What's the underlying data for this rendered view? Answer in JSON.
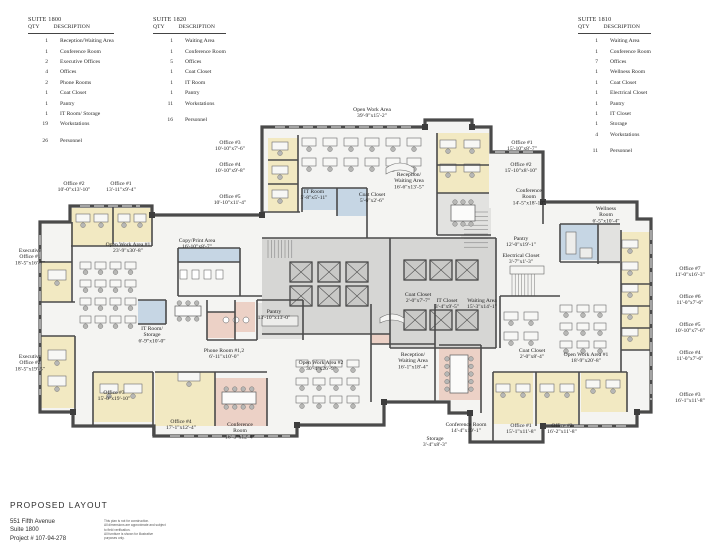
{
  "schedules": [
    {
      "id": "s1800",
      "title": "SUITE 1800",
      "qty_label": "QTY",
      "desc_label": "DESCRIPTION",
      "items": [
        {
          "qty": "1",
          "desc": "Reception/Waiting Area"
        },
        {
          "qty": "1",
          "desc": "Conference Room"
        },
        {
          "qty": "2",
          "desc": "Executive Offices"
        },
        {
          "qty": "4",
          "desc": "Offices"
        },
        {
          "qty": "2",
          "desc": "Phone Rooms"
        },
        {
          "qty": "1",
          "desc": "Coat Closet"
        },
        {
          "qty": "1",
          "desc": "Pantry"
        },
        {
          "qty": "1",
          "desc": "IT Room/ Storage"
        },
        {
          "qty": "19",
          "desc": "Workstations"
        }
      ],
      "total": {
        "qty": "26",
        "desc": "Personnel"
      }
    },
    {
      "id": "s1820",
      "title": "SUITE 1820",
      "qty_label": "QTY",
      "desc_label": "DESCRIPTION",
      "items": [
        {
          "qty": "1",
          "desc": "Waiting Area"
        },
        {
          "qty": "1",
          "desc": "Conference Room"
        },
        {
          "qty": "5",
          "desc": "Offices"
        },
        {
          "qty": "1",
          "desc": "Coat Closet"
        },
        {
          "qty": "1",
          "desc": "IT Room"
        },
        {
          "qty": "1",
          "desc": "Pantry"
        },
        {
          "qty": "11",
          "desc": "Workstations"
        }
      ],
      "total": {
        "qty": "16",
        "desc": "Personnel"
      }
    },
    {
      "id": "s1810",
      "title": "SUITE 1810",
      "qty_label": "QTY",
      "desc_label": "DESCRIPTION",
      "items": [
        {
          "qty": "1",
          "desc": "Waiting Area"
        },
        {
          "qty": "1",
          "desc": "Conference Room"
        },
        {
          "qty": "7",
          "desc": "Offices"
        },
        {
          "qty": "1",
          "desc": "Wellness Room"
        },
        {
          "qty": "1",
          "desc": "Coat Closet"
        },
        {
          "qty": "1",
          "desc": "Electrical Closet"
        },
        {
          "qty": "1",
          "desc": "Pantry"
        },
        {
          "qty": "1",
          "desc": "IT Closet"
        },
        {
          "qty": "1",
          "desc": "Storage"
        },
        {
          "qty": "4",
          "desc": "Workstations"
        }
      ],
      "total": {
        "qty": "11",
        "desc": "Personnel"
      }
    }
  ],
  "rooms": [
    {
      "id": "ow-top",
      "name": "Open Work Area",
      "dim": "39'-9\"x15'-2\""
    },
    {
      "id": "off3-1820",
      "name": "Office #3",
      "dim": "10'-10\"x7'-6\""
    },
    {
      "id": "off4-1820",
      "name": "Office #4",
      "dim": "10'-10\"x9'-8\""
    },
    {
      "id": "off5-1820",
      "name": "Office #5",
      "dim": "10'-10\"x11'-4\""
    },
    {
      "id": "itroom-1820",
      "name": "IT Room",
      "dim": "5'-8\"x5'-11\""
    },
    {
      "id": "coat-1820",
      "name": "Coat Closet",
      "dim": "5'-6\"x2'-6\""
    },
    {
      "id": "reception-top",
      "name": "Reception/ Waiting Area",
      "dim": "16'-6\"x13'-5\""
    },
    {
      "id": "off1-top",
      "name": "Office #1",
      "dim": "15'-10\"x8'-7\""
    },
    {
      "id": "off2-top",
      "name": "Office #2",
      "dim": "15'-10\"x8'-10\""
    },
    {
      "id": "conf-top",
      "name": "Conference Room",
      "dim": "14'-5\"x18'-10\""
    },
    {
      "id": "off2-1800",
      "name": "Office #2",
      "dim": "10'-0\"x13'-10\""
    },
    {
      "id": "off1-1800",
      "name": "Office #1",
      "dim": "13'-11\"x9'-4\""
    },
    {
      "id": "ow1-1800",
      "name": "Open Work Area #1",
      "dim": "23'-9\"x30'-8\""
    },
    {
      "id": "copy-print",
      "name": "Copy/Print Area",
      "dim": "16'-10\"x8'-7\""
    },
    {
      "id": "exec1",
      "name": "Executive Office #1",
      "dim": "18'-5\"x16'-7\""
    },
    {
      "id": "it-storage",
      "name": "IT Room/ Storage",
      "dim": "6'-9\"x10'-0\""
    },
    {
      "id": "exec2",
      "name": "Executive Office #2",
      "dim": "18'-5\"x19'-5\""
    },
    {
      "id": "off3-1800",
      "name": "Office #3",
      "dim": "15'-0\"x19'-10\""
    },
    {
      "id": "phone",
      "name": "Phone Room #1,2",
      "dim": "6'-11\"x10'-0\""
    },
    {
      "id": "pantry-1800",
      "name": "Pantry",
      "dim": "13'-10\"x13'-0\""
    },
    {
      "id": "ow2-1800",
      "name": "Open Work Area #2",
      "dim": "30'-4\"x26'-9\""
    },
    {
      "id": "off4-1800",
      "name": "Office #4",
      "dim": "17'-1\"x12'-4\""
    },
    {
      "id": "conf-1800",
      "name": "Conference Room",
      "dim": "16'-3\"x12'-4\""
    },
    {
      "id": "recep-1800",
      "name": "Reception/ Waiting Area",
      "dim": "16'-1\"x18'-4\""
    },
    {
      "id": "storage-1820",
      "name": "Storage",
      "dim": "3'-4\"x8'-3\""
    },
    {
      "id": "conf-1810b",
      "name": "Conference Room",
      "dim": "14'-4\"x19'-1\""
    },
    {
      "id": "off1-bottom",
      "name": "Office #1",
      "dim": "15'-1\"x11'-8\""
    },
    {
      "id": "off2-bottom",
      "name": "Office #2",
      "dim": "16'-2\"x11'-8\""
    },
    {
      "id": "coat-1810",
      "name": "Coat Closet",
      "dim": "2'-0\"x8'-4\""
    },
    {
      "id": "ow1-1810",
      "name": "Open Work Area #1",
      "dim": "18'-9\"x20'-8\""
    },
    {
      "id": "coat-core",
      "name": "Coat Closet",
      "dim": "2'-0\"x7'-7\""
    },
    {
      "id": "itcloset",
      "name": "IT Closet",
      "dim": "3'-4\"x9'-5\""
    },
    {
      "id": "wait-1810",
      "name": "Waiting Area",
      "dim": "15'-3\"x14'-1\""
    },
    {
      "id": "pantry-1810",
      "name": "Pantry",
      "dim": "12'-0\"x19'-1\""
    },
    {
      "id": "elec",
      "name": "Electrical Closet",
      "dim": "3'-7\"x1'-3\""
    },
    {
      "id": "wellness",
      "name": "Wellness Room",
      "dim": "6'-5\"x10'-4\""
    },
    {
      "id": "off7",
      "name": "Office #7",
      "dim": "11'-0\"x16'-3\""
    },
    {
      "id": "off6",
      "name": "Office #6",
      "dim": "11'-0\"x7'-6\""
    },
    {
      "id": "off5-1810",
      "name": "Office #5",
      "dim": "10'-10\"x7'-6\""
    },
    {
      "id": "off4-1810",
      "name": "Office #4",
      "dim": "11'-0\"x7'-6\""
    },
    {
      "id": "off3-1810",
      "name": "Office #3",
      "dim": "16'-1\"x11'-8\""
    }
  ],
  "title_block": {
    "heading": "PROPOSED LAYOUT",
    "address": [
      "551 Fifth Avenue",
      "Suite 1800",
      "Project # 107-94-278"
    ],
    "notes": [
      "This plan is not for construction.",
      "All dimensions are approximate and subject",
      "to field verification.",
      "All furniture is shown for illustrative",
      "purposes only."
    ]
  },
  "colors": {
    "wall": "#4a4a4a",
    "floor": "#f4f4f2",
    "office": "#f2e9c2",
    "pink": "#ecd1c6",
    "blue": "#c6d6e4",
    "core": "#d6d6d4",
    "gray": "#e2e2e0",
    "desk": "#f7f7f5",
    "chair": "#b7b7b5"
  }
}
